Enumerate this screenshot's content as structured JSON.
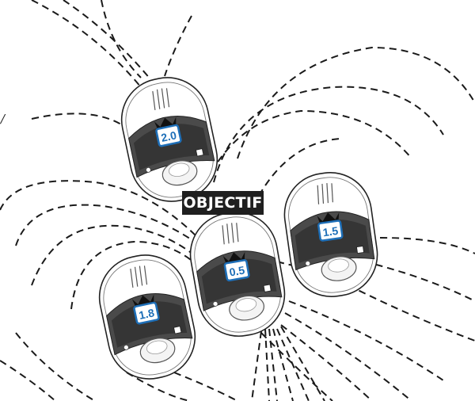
{
  "label": "OBJECTIF",
  "mark": "/",
  "sensors": [
    {
      "id": "top",
      "reading": "2.0",
      "rotation": -12
    },
    {
      "id": "right",
      "reading": "1.5",
      "rotation": -8
    },
    {
      "id": "center",
      "reading": "0.5",
      "rotation": -10
    },
    {
      "id": "left",
      "reading": "1.8",
      "rotation": -12
    }
  ],
  "colors": {
    "accent": "#1e6fb8",
    "label_bg": "#1f1f1f",
    "ink": "#1a1a1a"
  },
  "icons": [
    "crown-icon",
    "lens-icon",
    "connector-icon"
  ]
}
